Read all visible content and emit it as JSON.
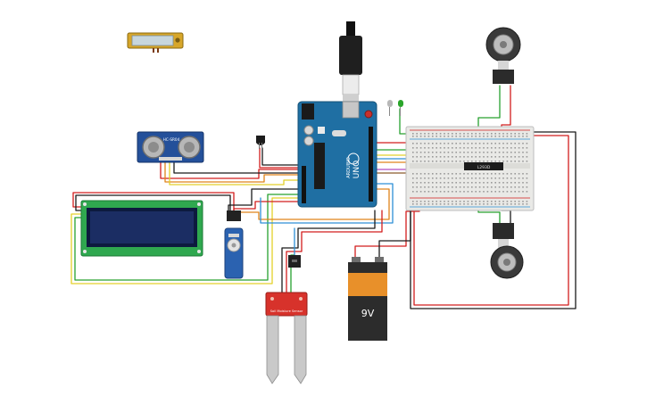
{
  "components": {
    "ultrasonic": {
      "label": "HC-SR04"
    },
    "arduino": {
      "label": "UNO",
      "brand": "ARDUINO"
    },
    "ic": {
      "label": "L293D"
    },
    "battery": {
      "label": "9V"
    },
    "soil_sensor": {
      "label": "Soil Moisture Sensor"
    }
  },
  "colors": {
    "arduino_blue": "#1f6fa3",
    "breadboard": "#e9e9e6",
    "lcd_green": "#2fa84f",
    "lcd_screen": "#1b2d63",
    "servo_blue": "#2b62b0",
    "soil_red": "#d7322b",
    "battery_orange": "#e8902a",
    "battery_dark": "#2c2c2c",
    "motor_dark": "#3a3a3a",
    "wire_red": "#d21d1d",
    "wire_black": "#1b1b1b",
    "wire_green": "#27a12f",
    "wire_orange": "#e0841a",
    "wire_yellow": "#e3d12a",
    "wire_blue": "#2d8fd6",
    "wire_purple": "#b04cc2",
    "wire_brown": "#8a5a2b"
  }
}
